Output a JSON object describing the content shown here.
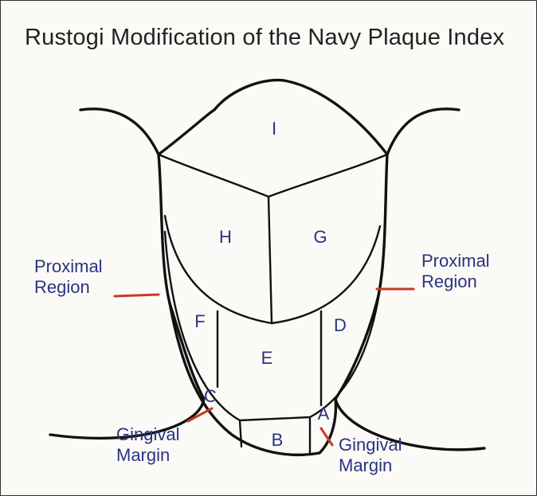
{
  "title": "Rustogi Modification of the Navy Plaque Index",
  "regions": {
    "a": "A",
    "b": "B",
    "c": "C",
    "d": "D",
    "e": "E",
    "f": "F",
    "g": "G",
    "h": "H",
    "i": "I"
  },
  "labels": {
    "proximal_left": [
      "Proximal",
      "Region"
    ],
    "proximal_right": [
      "Proximal",
      "Region"
    ],
    "gingival_left": [
      "Gingival",
      "Margin"
    ],
    "gingival_right": [
      "Gingival",
      "Margin"
    ]
  },
  "colors": {
    "label_text": "#2a3380",
    "leader_line": "#c73a26",
    "outline": "#111111"
  }
}
